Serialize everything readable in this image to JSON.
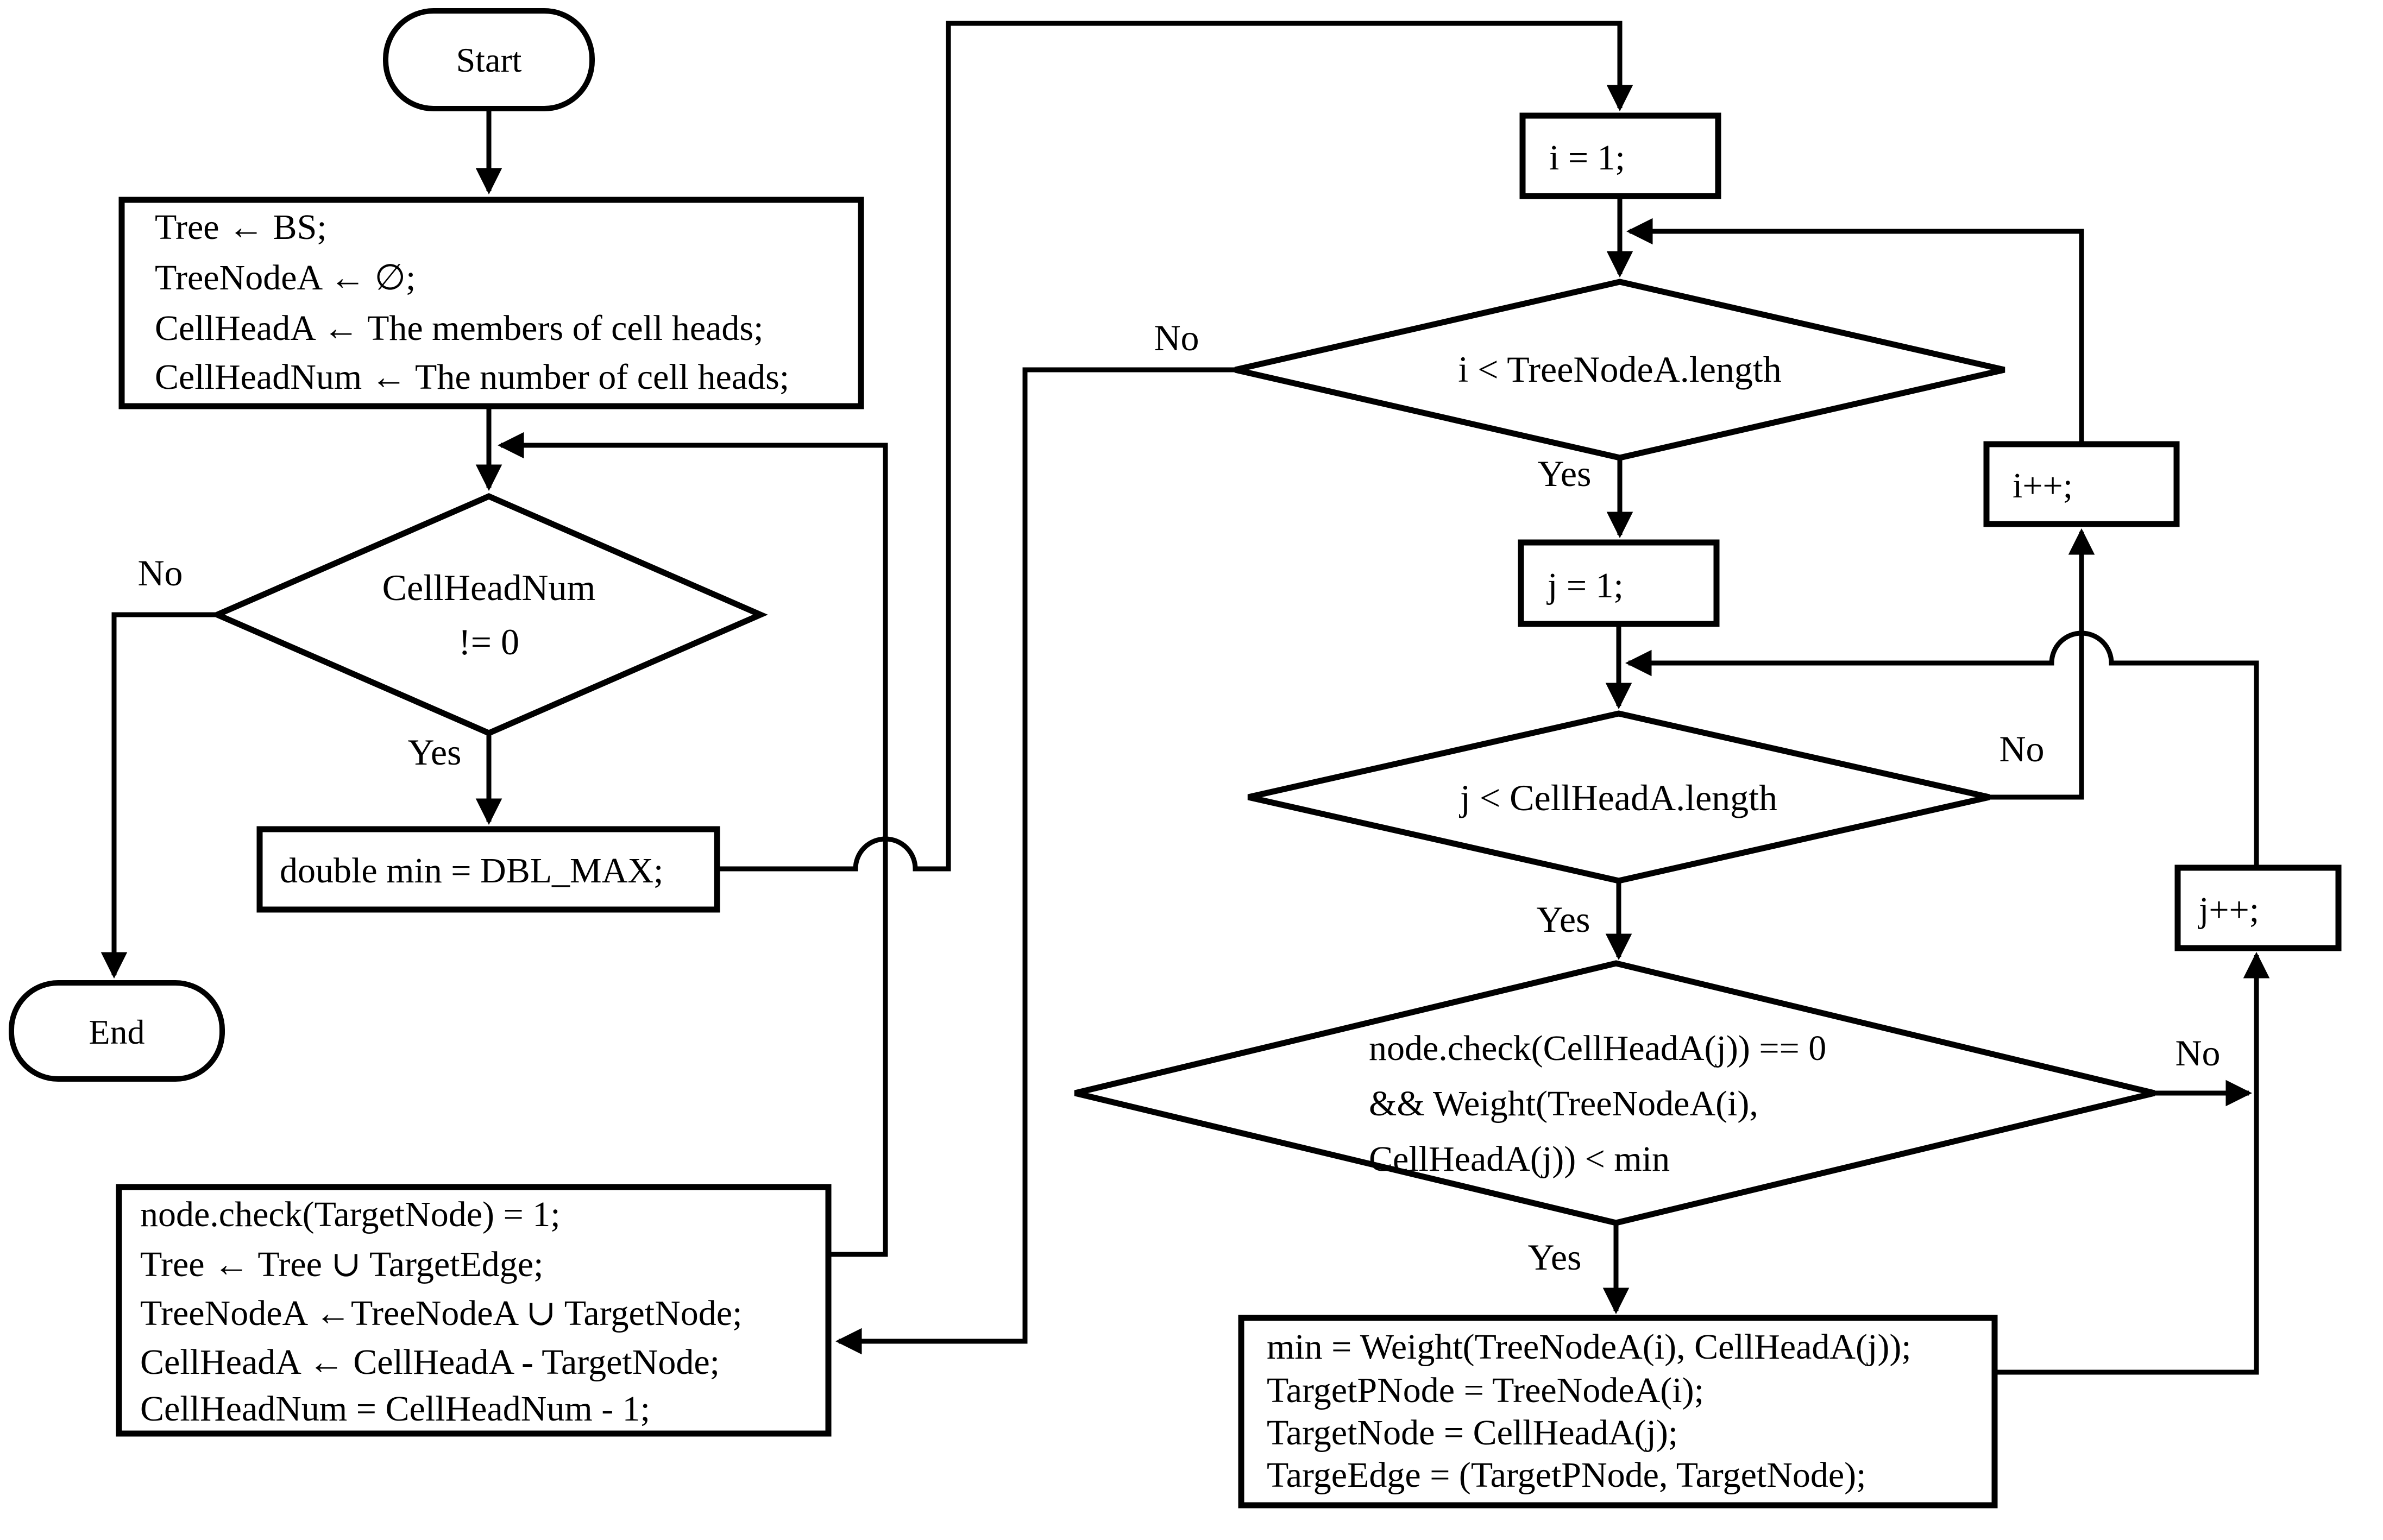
{
  "diagram": {
    "background_color": "#ffffff",
    "line_color": "#000000"
  },
  "nodes": {
    "start": {
      "type": "terminator",
      "label": "Start"
    },
    "init": {
      "type": "process",
      "lines": [
        "Tree ← BS;",
        "TreeNodeA ← ∅;",
        "CellHeadA ← The members of cell heads;",
        "CellHeadNum ← The number of cell heads;"
      ]
    },
    "cellheadnum_check": {
      "type": "decision",
      "lines": [
        "CellHeadNum",
        "!= 0"
      ]
    },
    "double_min": {
      "type": "process",
      "label": "double min = DBL_MAX;"
    },
    "end": {
      "type": "terminator",
      "label": "End"
    },
    "i_init": {
      "type": "process",
      "label": "i = 1;"
    },
    "i_check": {
      "type": "decision",
      "label": "i < TreeNodeA.length"
    },
    "i_inc": {
      "type": "process",
      "label": "i++;"
    },
    "j_init": {
      "type": "process",
      "label": "j = 1;"
    },
    "j_check": {
      "type": "decision",
      "label": "j < CellHeadA.length"
    },
    "j_inc": {
      "type": "process",
      "label": "j++;"
    },
    "weight_check": {
      "type": "decision",
      "lines": [
        "node.check(CellHeadA(j)) == 0",
        "&& Weight(TreeNodeA(i),",
        "CellHeadA(j)) < min"
      ]
    },
    "update_min": {
      "type": "process",
      "lines": [
        "min = Weight(TreeNodeA(i), CellHeadA(j));",
        "TargetPNode = TreeNodeA(i);",
        "TargetNode = CellHeadA(j);",
        "TargeEdge = (TargetPNode, TargetNode);"
      ]
    },
    "update_tree": {
      "type": "process",
      "lines": [
        "node.check(TargetNode) = 1;",
        "Tree ← Tree ∪ TargetEdge;",
        "TreeNodeA ←TreeNodeA ∪ TargetNode;",
        "CellHeadA ← CellHeadA - TargetNode;",
        "CellHeadNum = CellHeadNum - 1;"
      ]
    }
  },
  "edge_labels": {
    "cellheadnum_no": "No",
    "cellheadnum_yes": "Yes",
    "i_no": "No",
    "i_yes": "Yes",
    "j_no": "No",
    "j_yes": "Yes",
    "weight_no": "No",
    "weight_yes": "Yes"
  }
}
